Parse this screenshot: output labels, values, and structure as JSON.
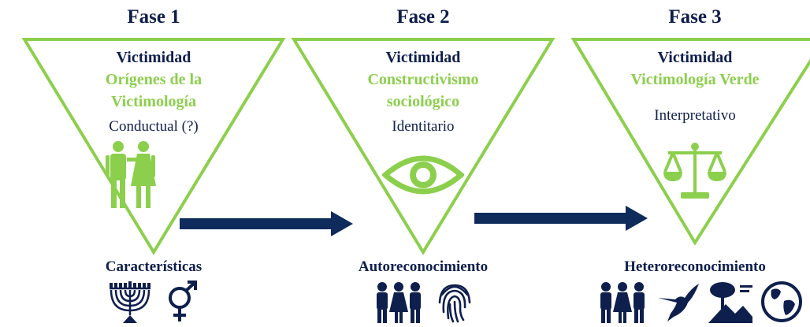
{
  "phases": [
    {
      "title": "Fase 1",
      "heading": "Victimidad",
      "subheading_line1": "Orígenes de la",
      "subheading_line2": "Victimología",
      "approach": "Conductual (?)",
      "recognition": "Características",
      "center_icon": "couple-icon",
      "bottom_icons": [
        "menorah-icon",
        "gender-symbol-icon"
      ]
    },
    {
      "title": "Fase 2",
      "heading": "Victimidad",
      "subheading_line1": "Constructivismo",
      "subheading_line2": "sociológico",
      "approach": "Identitario",
      "recognition": "Autoreconocimiento",
      "center_icon": "eye-icon",
      "bottom_icons": [
        "group-people-icon",
        "fingerprint-icon"
      ]
    },
    {
      "title": "Fase 3",
      "heading": "Victimidad",
      "subheading_line1": "Victimología Verde",
      "subheading_line2": "",
      "approach": "Interpretativo",
      "recognition": "Heteroreconocimiento",
      "center_icon": "scales-icon",
      "bottom_icons": [
        "group-people-icon",
        "hummingbird-icon",
        "landscape-icon",
        "globe-icon"
      ]
    }
  ],
  "colors": {
    "navy": "#0f1f4d",
    "green": "#8ccf4d",
    "arrow": "#0f2b5b"
  }
}
